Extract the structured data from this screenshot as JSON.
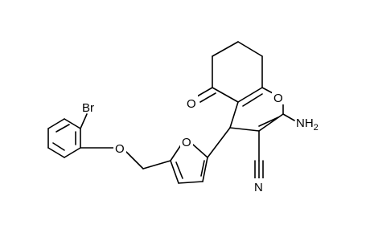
{
  "molecule": {
    "atoms": {
      "br": {
        "text": "Br"
      },
      "o_phenoxy": {
        "text": "O"
      },
      "o_furan": {
        "text": "O"
      },
      "o_ketone": {
        "text": "O"
      },
      "o_pyran": {
        "text": "O"
      },
      "n_nitrile": {
        "text": "N"
      },
      "amino": {
        "text": "NH",
        "subscript": "2"
      }
    }
  }
}
